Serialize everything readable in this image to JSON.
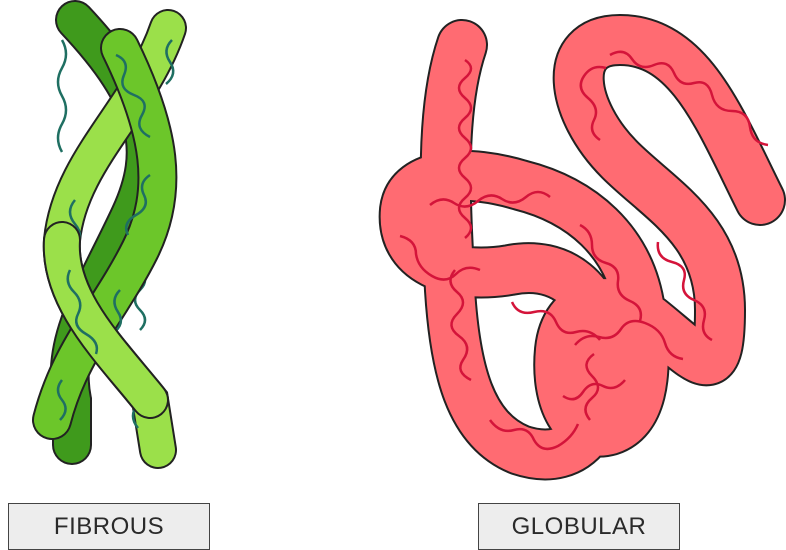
{
  "labels": {
    "fibrous": "FIBROUS",
    "globular": "GLOBULAR"
  },
  "colors": {
    "fibrous_dark": "#3f9a1c",
    "fibrous_mid": "#6cc62a",
    "fibrous_light": "#9be04a",
    "fibrous_wave": "#1f6f62",
    "globular_fill": "#ff6b72",
    "globular_wave": "#d4143a",
    "outline": "#222222",
    "label_bg": "#ededed"
  },
  "icons": {
    "fibrous": "fibrous-protein-triple-helix",
    "globular": "globular-protein-folded-chain"
  }
}
